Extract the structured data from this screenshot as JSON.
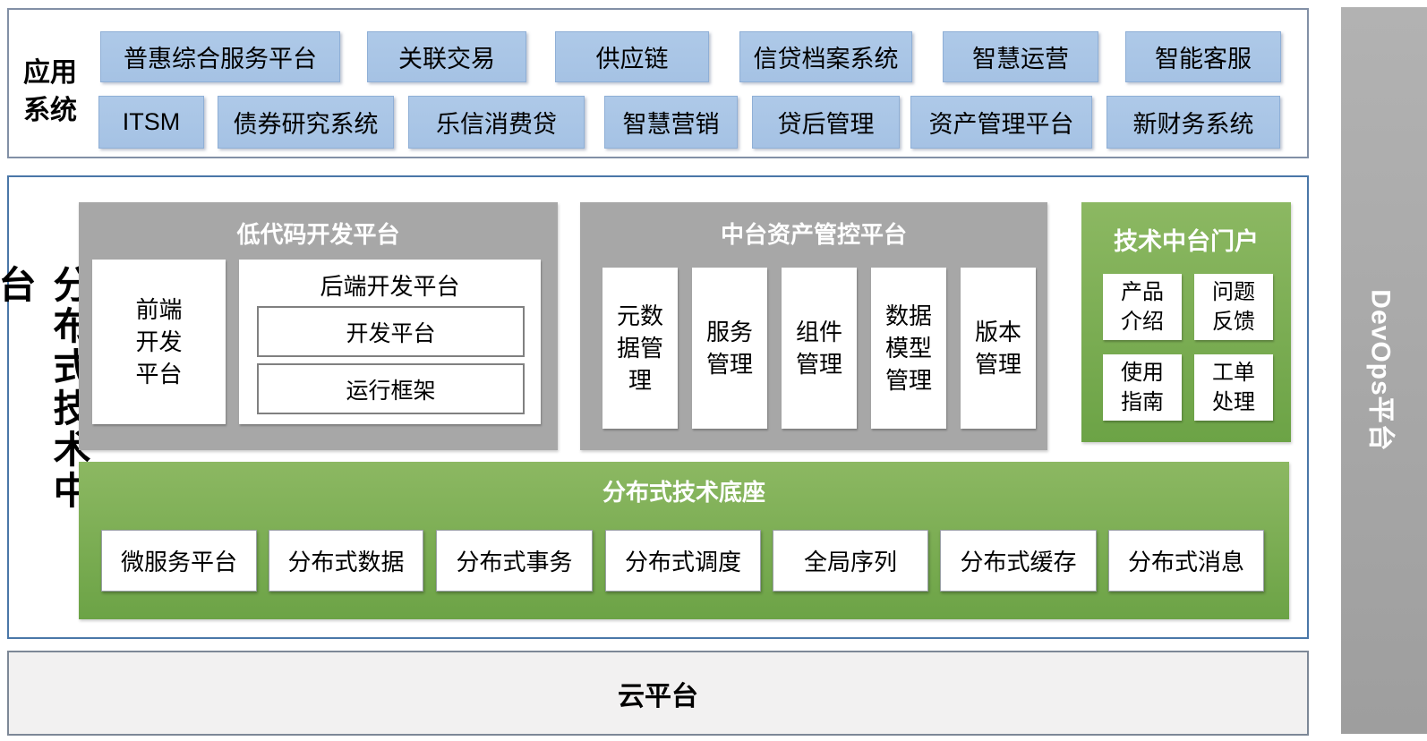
{
  "app_systems": {
    "label": "应用系统",
    "row1": [
      "普惠综合服务平台",
      "关联交易",
      "供应链",
      "信贷档案系统",
      "智慧运营",
      "智能客服"
    ],
    "row2": [
      "ITSM",
      "债券研究系统",
      "乐信消费贷",
      "智慧营销",
      "贷后管理",
      "资产管理平台",
      "新财务系统"
    ]
  },
  "tech_platform": {
    "label": "分布式技术中台",
    "low_code_platform": {
      "title": "低代码开发平台",
      "frontend_label": "前端开发平台",
      "backend": {
        "title": "后端开发平台",
        "items": [
          "开发平台",
          "运行框架"
        ]
      }
    },
    "asset_platform": {
      "title": "中台资产管控平台",
      "columns": [
        "元数据管理",
        "服务管理",
        "组件管理",
        "数据模型管理",
        "版本管理"
      ]
    },
    "portal": {
      "title": "技术中台门户",
      "items": [
        "产品介绍",
        "问题反馈",
        "使用指南",
        "工单处理"
      ]
    },
    "base": {
      "title": "分布式技术底座",
      "items": [
        "微服务平台",
        "分布式数据",
        "分布式事务",
        "分布式调度",
        "全局序列",
        "分布式缓存",
        "分布式消息"
      ]
    }
  },
  "cloud_platform": {
    "label": "云平台"
  },
  "devops_platform": {
    "label": "DevOps平台"
  },
  "colors": {
    "app_box_fill": "#aac6e6",
    "app_box_border": "#8fafd6",
    "panel_gray": "#a7a7a7",
    "green_top": "#8cb862",
    "green_bottom": "#6ca346",
    "top_container_border": "#8290a6",
    "mid_container_border": "#4a77a8",
    "cloud_fill": "#f2f1f1",
    "cloud_border": "#7d8897",
    "devops_gray": "#a8a8a8"
  }
}
